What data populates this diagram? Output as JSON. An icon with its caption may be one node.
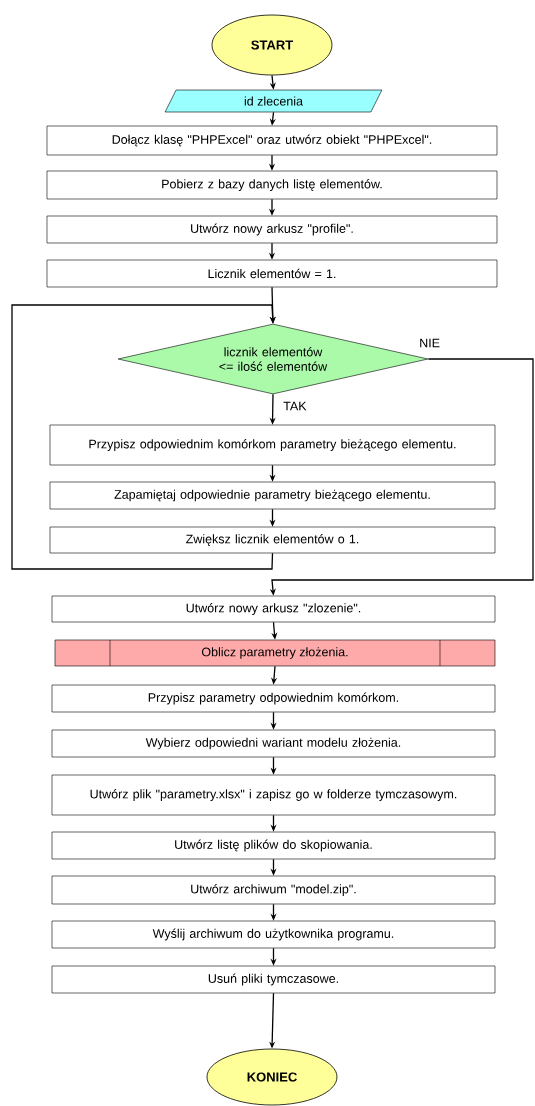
{
  "diagram": {
    "nodes": [
      {
        "text": [
          "START"
        ]
      },
      {
        "text": [
          "id zlecenia"
        ]
      },
      {
        "text": [
          "Dołącz klasę \"PHPExcel\" oraz utwórz obiekt \"PHPExcel\"."
        ]
      },
      {
        "text": [
          "Pobierz z bazy danych listę elementów."
        ]
      },
      {
        "text": [
          "Utwórz nowy arkusz \"profile\"."
        ]
      },
      {
        "text": [
          "Licznik elementów = 1."
        ]
      },
      {
        "text": [
          "licznik elementów <= ilość elementów"
        ]
      },
      {
        "text": [
          "Przypisz odpowiednim komórkom parametry bieżącego elementu."
        ]
      },
      {
        "text": [
          "Zapamiętaj odpowiednie parametry bieżącego elementu."
        ]
      },
      {
        "text": [
          "Zwiększ licznik elementów o 1."
        ]
      },
      {
        "text": [
          "Utwórz nowy arkusz \"zlozenie\"."
        ]
      },
      {
        "text": [
          "Oblicz parametry złożenia."
        ]
      },
      {
        "text": [
          "Przypisz parametry odpowiednim komórkom."
        ]
      },
      {
        "text": [
          "Wybierz odpowiedni wariant modelu złożenia."
        ]
      },
      {
        "text": [
          "Utwórz plik \"parametry.xlsx\" i zapisz go w folderze tymczasowym."
        ]
      },
      {
        "text": [
          "Utwórz listę plików do skopiowania."
        ]
      },
      {
        "text": [
          "Utwórz archiwum \"model.zip\"."
        ]
      },
      {
        "text": [
          "Wyślij archiwum do użytkownika programu."
        ]
      },
      {
        "text": [
          "Usuń pliki tymczasowe."
        ]
      },
      {
        "text": [
          "KONIEC"
        ]
      }
    ],
    "edges": [
      {
        "from": 0,
        "to": 1,
        "arrow": "to"
      },
      {
        "from": 1,
        "to": 2,
        "arrow": "to"
      },
      {
        "from": 2,
        "to": 3,
        "arrow": "to"
      },
      {
        "from": 3,
        "to": 4,
        "arrow": "to"
      },
      {
        "from": 4,
        "to": 5,
        "arrow": "to"
      },
      {
        "from": 5,
        "to": 6,
        "arrow": "to"
      },
      {
        "from": 6,
        "to": 7,
        "arrow": "to",
        "label": "TAK"
      },
      {
        "from": 7,
        "to": 8,
        "arrow": "to"
      },
      {
        "from": 8,
        "to": 9,
        "arrow": "to"
      },
      {
        "from": 9,
        "to": 6,
        "arrow": "to"
      },
      {
        "from": 6,
        "to": 10,
        "arrow": "to",
        "label": "NIE"
      },
      {
        "from": 10,
        "to": 11,
        "arrow": "to"
      },
      {
        "from": 11,
        "to": 12,
        "arrow": "to"
      },
      {
        "from": 12,
        "to": 13,
        "arrow": "to"
      },
      {
        "from": 13,
        "to": 14,
        "arrow": "to"
      },
      {
        "from": 14,
        "to": 15,
        "arrow": "to"
      },
      {
        "from": 15,
        "to": 16,
        "arrow": "to"
      },
      {
        "from": 16,
        "to": 17,
        "arrow": "to"
      },
      {
        "from": 17,
        "to": 18,
        "arrow": "to"
      },
      {
        "from": 18,
        "to": 19,
        "arrow": "to"
      }
    ]
  }
}
